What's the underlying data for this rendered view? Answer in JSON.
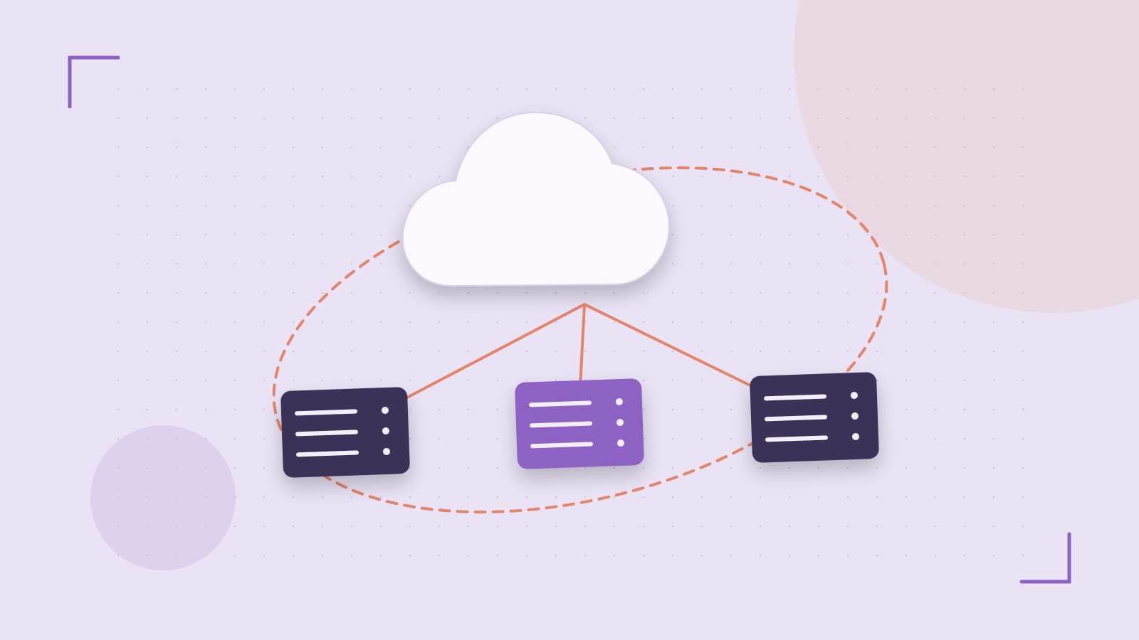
{
  "colors": {
    "background": "#e9e3f5",
    "dot_grid": "#cdc3dd",
    "corner_accent": "#8e62c4",
    "peach_circle": "#ead9e2",
    "lavender_circle": "#ddd1ee",
    "cloud_fill": "#fbf9ff",
    "cloud_stroke": "#d8d0e6",
    "connector": "#e4856a",
    "server_dark": "#3b3158",
    "server_accent": "#8e62c4",
    "server_line": "#f2eefa"
  },
  "diagram": {
    "center": {
      "name": "cloud",
      "icon": "cloud-icon"
    },
    "nodes": [
      {
        "name": "server-left",
        "icon": "server-icon",
        "variant": "dark",
        "slots": 3,
        "link": "cloud"
      },
      {
        "name": "server-center",
        "icon": "server-icon",
        "variant": "accent",
        "slots": 3,
        "link": "cloud"
      },
      {
        "name": "server-right",
        "icon": "server-icon",
        "variant": "dark",
        "slots": 3,
        "link": "cloud"
      }
    ],
    "boundary": {
      "style": "dashed",
      "shape": "ellipse",
      "encloses": [
        "cloud",
        "server-left",
        "server-center",
        "server-right"
      ]
    }
  }
}
